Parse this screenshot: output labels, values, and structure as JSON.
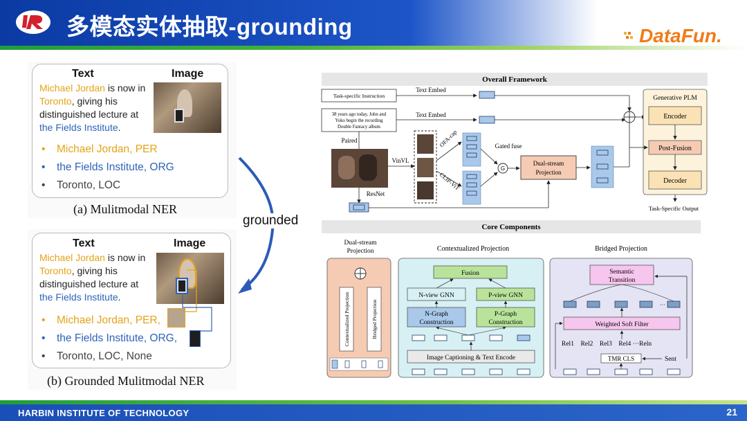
{
  "header": {
    "title": "多模态实体抽取-grounding",
    "brand": "DataFun."
  },
  "footer": {
    "institution": "HARBIN INSTITUTE OF TECHNOLOGY",
    "page_number": "21"
  },
  "panel_a": {
    "text_header": "Text",
    "image_header": "Image",
    "sentence": {
      "p1": "Michael Jordan",
      "p2": " is now in ",
      "p3": "Toronto",
      "p4": ", giving his distinguished lecture at ",
      "p5": "the Fields Institute",
      "p6": "."
    },
    "entities": [
      "Michael Jordan, PER",
      "the Fields Institute, ORG",
      "Toronto, LOC"
    ],
    "caption": "(a) Mulitmodal NER"
  },
  "panel_b": {
    "text_header": "Text",
    "image_header": "Image",
    "sentence": {
      "p1": "Michael Jordan",
      "p2": " is now in ",
      "p3": "Toronto",
      "p4": ", giving his distinguished lecture at ",
      "p5": "the Fields Institute",
      "p6": "."
    },
    "entities": [
      "Michael Jordan, PER,",
      "the Fields Institute, ORG,",
      "Toronto, LOC, None"
    ],
    "caption": "(b) Grounded Mulitmodal NER"
  },
  "arrow_label": "grounded",
  "framework": {
    "overall_title": "Overall Framework",
    "task_instruction": "Task-specific Instruction",
    "sample_text": [
      "38 years ago today, John and",
      "Yoko begin the recording",
      "Double Fantacy album"
    ],
    "text_embed_1": "Text Embed",
    "text_embed_2": "Text Embed",
    "paired": "Paired",
    "vinvl": "VinVL",
    "resnet": "ResNet",
    "ofa_cap": "OFA-cap",
    "clip_vit": "CLIP-ViT",
    "gated_fuse": "Gated fuse",
    "g": "G",
    "dual_stream_1": "Dual-stream",
    "dual_stream_2": "Projection",
    "plus": "+",
    "generative_plm": "Generative PLM",
    "encoder": "Encoder",
    "post_fusion": "Post-Fusion",
    "decoder": "Decoder",
    "task_output": "Task-Specific Output",
    "core_title": "Core Components",
    "core_dual_1": "Dual-stream",
    "core_dual_2": "Projection",
    "ctx_proj_vertical": "Contextualized Projection",
    "bridged_proj_vertical": "Bridged Projection",
    "contextualized_projection": "Contextualized Projection",
    "fusion": "Fusion",
    "n_view": "N-view GNN",
    "p_view": "P-view GNN",
    "n_graph_1": "N-Graph",
    "n_graph_2": "Construction",
    "p_graph_1": "P-Graph",
    "p_graph_2": "Construction",
    "img_caption": "Image Captioning & Text Encode",
    "bridged_projection": "Bridged Projection",
    "semantic_1": "Semantic",
    "semantic_2": "Transition",
    "weighted": "Weighted Soft Filter",
    "rels": "Rel1    Rel2    Rel3    Rel4 ···Reln",
    "tmr_cls": "TMR CLS",
    "sent": "Sent",
    "ellipsis": "···"
  }
}
